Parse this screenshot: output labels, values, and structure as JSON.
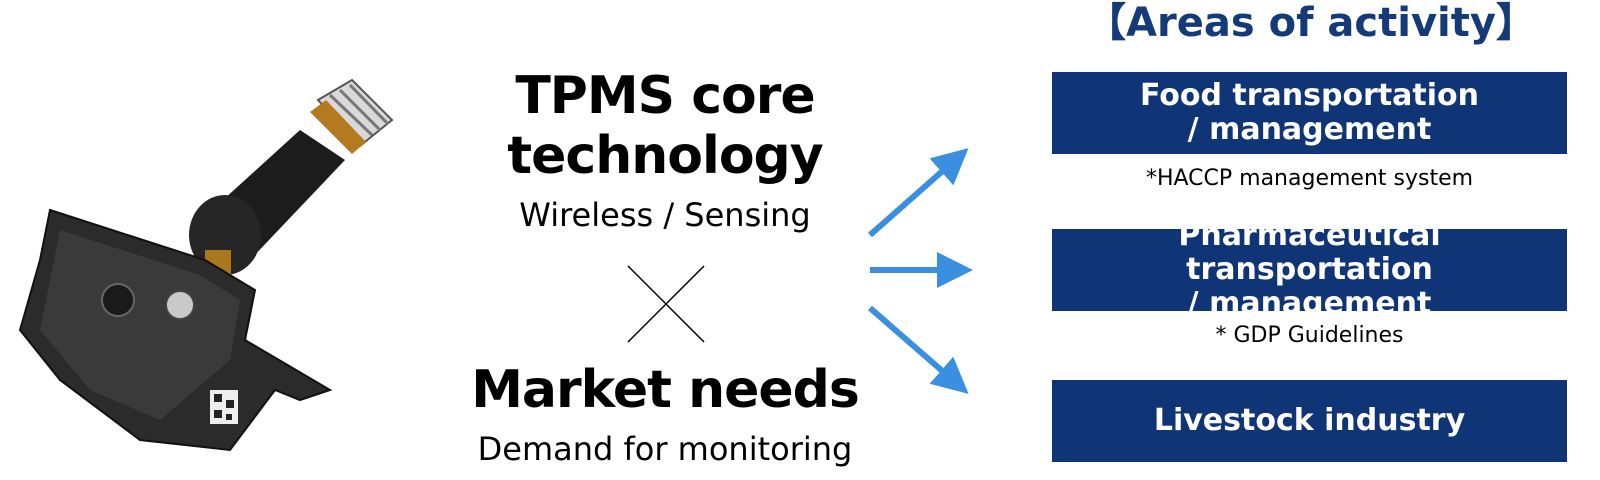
{
  "middle": {
    "tech_title": "TPMS core technology",
    "tech_sub": "Wireless / Sensing",
    "cross_symbol": "×",
    "market_title": "Market needs",
    "market_sub": "Demand for monitoring"
  },
  "areas": {
    "heading": "【Areas of activity】",
    "items": [
      {
        "label": "Food transportation\n/ management",
        "note": "*HACCP management system"
      },
      {
        "label": "Pharmaceutical transportation\n/ management",
        "note": "* GDP Guidelines"
      },
      {
        "label": "Livestock industry",
        "note": ""
      }
    ]
  },
  "colors": {
    "navy": "#0f3577",
    "heading_blue": "#143a78",
    "arrow_blue": "#3a8fe0"
  },
  "sensor_icon": "tpms-sensor-icon"
}
